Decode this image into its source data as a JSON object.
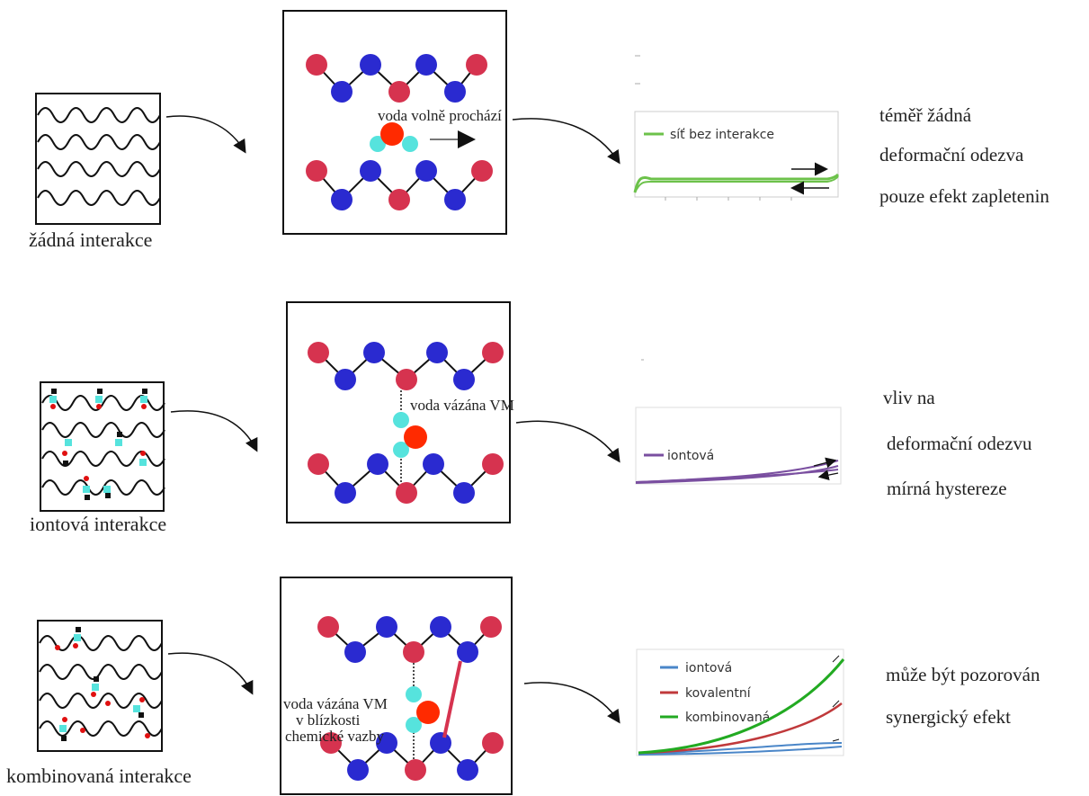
{
  "colors": {
    "red_bead": "#d6334f",
    "blue_bead": "#2a2ad0",
    "water_o": "#ff2a00",
    "water_h": "#56e3dd",
    "green": "#6cc24a",
    "green_dark": "#22aa22",
    "purple": "#7a4fa0",
    "blue_line": "#4a86c8",
    "red_line": "#c0393b"
  },
  "rows": [
    {
      "interaction_label": "žádná interakce",
      "box_text": [
        "voda volně prochází"
      ],
      "legend": [
        "síť bez interakce"
      ],
      "description": [
        "téměř žádná",
        "deformační odezva",
        "pouze efekt zapletenin"
      ]
    },
    {
      "interaction_label": "iontová interakce",
      "box_text": [
        "voda vázána VM"
      ],
      "legend": [
        "iontová"
      ],
      "description": [
        "vliv na",
        "deformační odezvu",
        "mírná hystereze"
      ]
    },
    {
      "interaction_label": "kombinovaná interakce",
      "box_text": [
        "voda vázána VM",
        "v blízkosti",
        "chemické vazby"
      ],
      "legend": [
        "iontová",
        "kovalentní",
        "kombinovaná"
      ],
      "description": [
        "může být pozorován",
        "synergický efekt"
      ]
    }
  ]
}
